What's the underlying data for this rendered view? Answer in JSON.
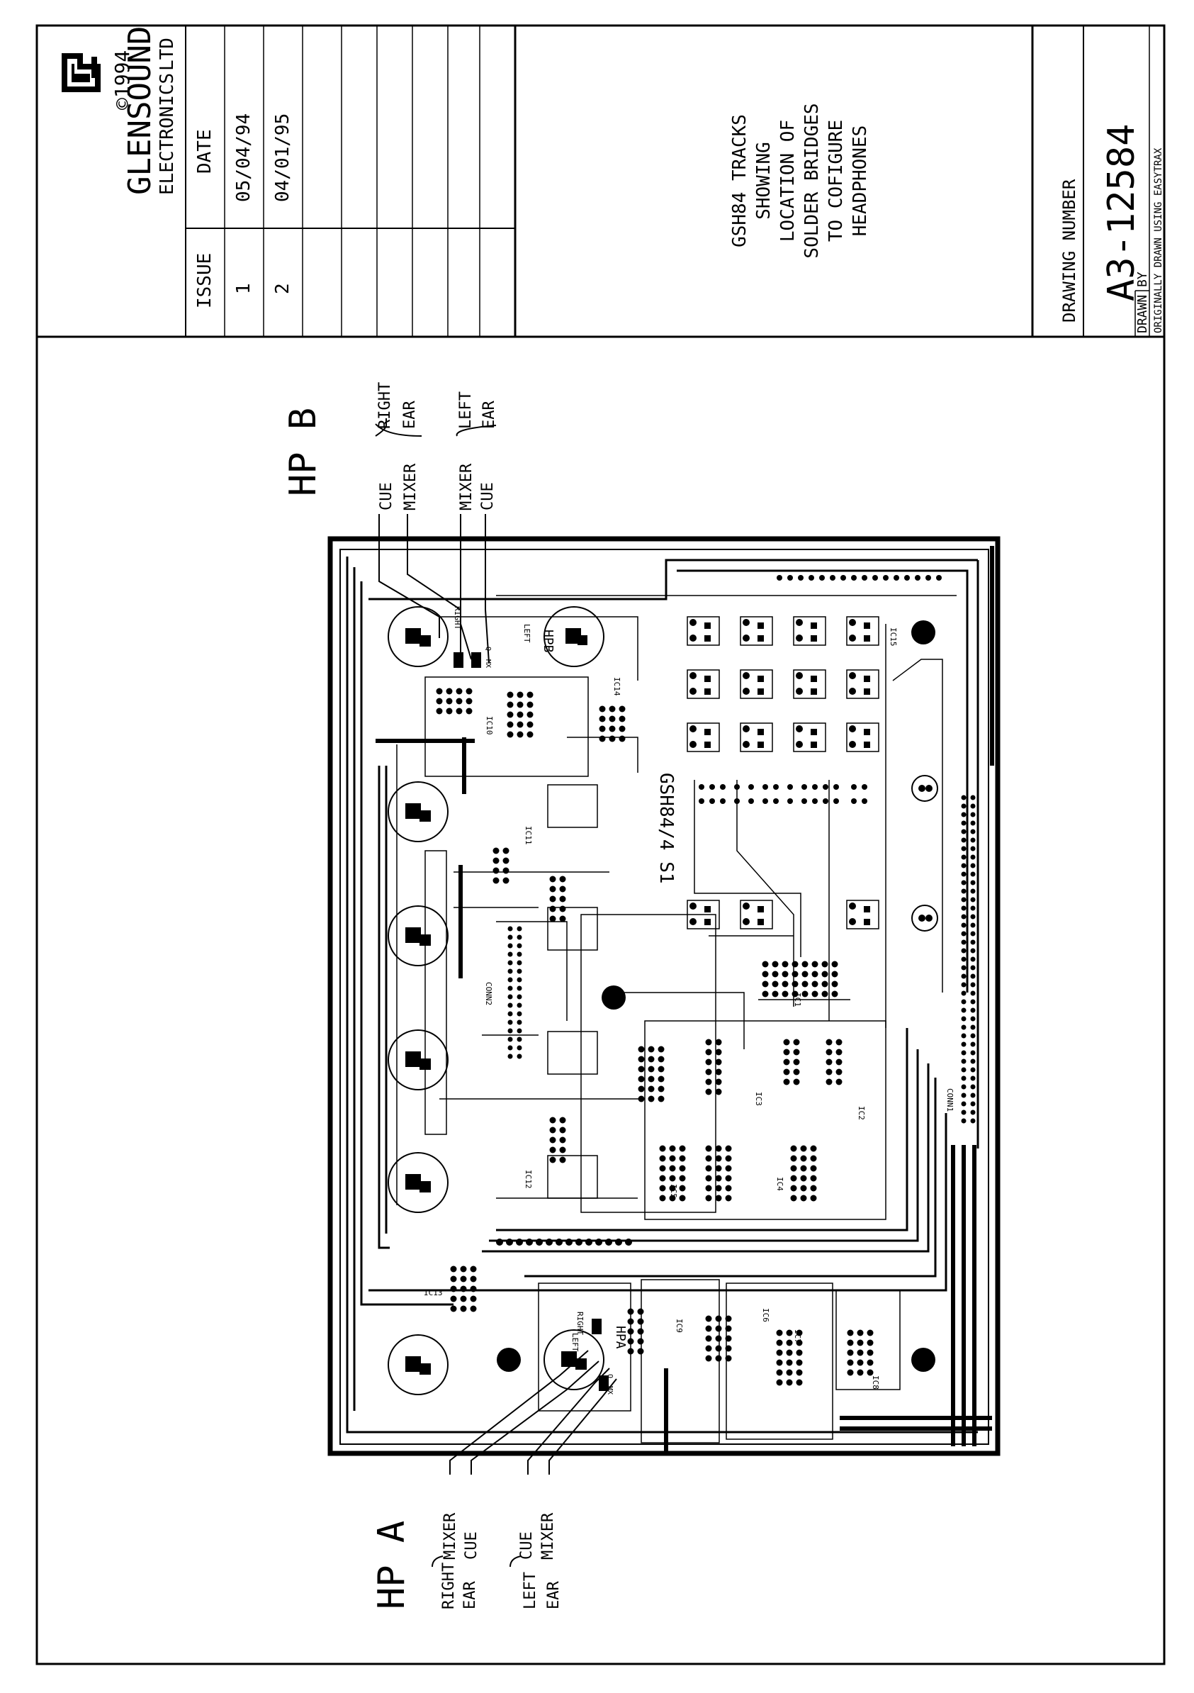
{
  "title_block": {
    "company_name": "GLENSOUND",
    "company_sub": "ELECTRONICS",
    "company_ltd": "LTD",
    "copyright": "©1994",
    "issue_header": "ISSUE",
    "date_header": "DATE",
    "issues": [
      {
        "issue": "1",
        "date": "05/04/94"
      },
      {
        "issue": "2",
        "date": "04/01/95"
      }
    ],
    "description": [
      "GSH84 TRACKS",
      "SHOWING",
      "LOCATION OF",
      "SOLDER BRIDGES",
      "TO COFIGURE",
      "HEADPHONES"
    ],
    "drawing_number_label": "DRAWING NUMBER",
    "drawing_number": "A3-12584",
    "drawn_by_label": "DRAWN BY",
    "origin_note": "ORIGINALLY DRAWN USING EASYTRAX"
  },
  "board": {
    "board_label": "GSH84/4 S1",
    "ic_labels": [
      "IC1",
      "IC2",
      "IC3",
      "IC4",
      "IC5",
      "IC6",
      "IC7",
      "IC8",
      "IC9",
      "IC10",
      "IC11",
      "IC12",
      "IC13",
      "IC14",
      "IC15"
    ],
    "connector_labels": [
      "CONN1",
      "CONN2"
    ],
    "hp_pad_b": {
      "name": "HPB",
      "left": "LEFT",
      "right": "RIGHT",
      "mx": "MX",
      "q": "Q"
    },
    "hp_pad_a": {
      "name": "HPA",
      "left": "LEFT",
      "right": "RIGHT",
      "mx": "MX",
      "q": "Q"
    }
  },
  "annotations": {
    "hp_b": {
      "title": "HP B",
      "right_group": [
        "CUE",
        "MIXER"
      ],
      "right_ear": [
        "RIGHT",
        "EAR"
      ],
      "left_group": [
        "MIXER",
        "CUE"
      ],
      "left_ear": [
        "LEFT",
        "EAR"
      ]
    },
    "hp_a": {
      "title": "HP A",
      "right_group": [
        "MIXER",
        "CUE"
      ],
      "right_ear": [
        "RIGHT",
        "EAR"
      ],
      "left_group": [
        "CUE",
        "MIXER"
      ],
      "left_ear": [
        "LEFT",
        "EAR"
      ]
    }
  },
  "colors": {
    "ink": "#000000",
    "paper": "#ffffff"
  }
}
